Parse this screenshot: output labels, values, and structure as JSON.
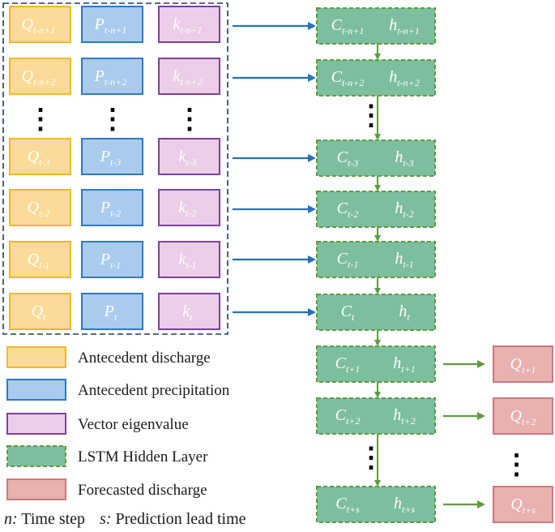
{
  "colors": {
    "discharge_fill": "#FBDA97",
    "discharge_stroke": "#F5B72A",
    "precip_fill": "#A9CBEE",
    "precip_stroke": "#2F78C4",
    "eigen_fill": "#EBCDE8",
    "eigen_stroke": "#7C3FA0",
    "lstm_fill": "#7DBE9F",
    "lstm_stroke": "#5E9A3E",
    "forecast_fill": "#E8B0AE",
    "forecast_stroke": "#C9797A",
    "blue_arrow": "#2471BC",
    "green_arrow": "#5E9A3E",
    "box_text": "#ffffff",
    "body_text": "#1a1a1a"
  },
  "input_rows": [
    {
      "q": {
        "base": "Q",
        "sub": "t-n+1"
      },
      "p": {
        "base": "P",
        "sub": "t-n+1"
      },
      "k": {
        "base": "k",
        "sub": "t-n+1"
      }
    },
    {
      "q": {
        "base": "Q",
        "sub": "t-n+2"
      },
      "p": {
        "base": "P",
        "sub": "t-n+2"
      },
      "k": {
        "base": "k",
        "sub": "t-n+2"
      }
    },
    {
      "q": {
        "base": "Q",
        "sub": "t-3"
      },
      "p": {
        "base": "P",
        "sub": "t-3"
      },
      "k": {
        "base": "k",
        "sub": "t-3"
      }
    },
    {
      "q": {
        "base": "Q",
        "sub": "t-2"
      },
      "p": {
        "base": "P",
        "sub": "t-2"
      },
      "k": {
        "base": "k",
        "sub": "t-2"
      }
    },
    {
      "q": {
        "base": "Q",
        "sub": "t-1"
      },
      "p": {
        "base": "P",
        "sub": "t-1"
      },
      "k": {
        "base": "k",
        "sub": "t-1"
      }
    },
    {
      "q": {
        "base": "Q",
        "sub": "t"
      },
      "p": {
        "base": "P",
        "sub": "t"
      },
      "k": {
        "base": "k",
        "sub": "t"
      }
    }
  ],
  "lstm_cells": [
    {
      "c": {
        "base": "C",
        "sub": "t-n+1"
      },
      "h": {
        "base": "h",
        "sub": "t-n+1"
      }
    },
    {
      "c": {
        "base": "C",
        "sub": "t-n+2"
      },
      "h": {
        "base": "h",
        "sub": "t-n+2"
      }
    },
    {
      "c": {
        "base": "C",
        "sub": "t-3"
      },
      "h": {
        "base": "h",
        "sub": "t-3"
      }
    },
    {
      "c": {
        "base": "C",
        "sub": "t-2"
      },
      "h": {
        "base": "h",
        "sub": "t-2"
      }
    },
    {
      "c": {
        "base": "C",
        "sub": "t-1"
      },
      "h": {
        "base": "h",
        "sub": "t-1"
      }
    },
    {
      "c": {
        "base": "C",
        "sub": "t"
      },
      "h": {
        "base": "h",
        "sub": "t"
      }
    },
    {
      "c": {
        "base": "C",
        "sub": "t+1"
      },
      "h": {
        "base": "h",
        "sub": "t+1"
      }
    },
    {
      "c": {
        "base": "C",
        "sub": "t+2"
      },
      "h": {
        "base": "h",
        "sub": "t+2"
      }
    },
    {
      "c": {
        "base": "C",
        "sub": "t+s"
      },
      "h": {
        "base": "h",
        "sub": "t+s"
      }
    }
  ],
  "forecasts": [
    {
      "base": "Q",
      "sub": "t+1"
    },
    {
      "base": "Q",
      "sub": "t+2"
    },
    {
      "base": "Q",
      "sub": "t+s"
    }
  ],
  "ellipsis": "⋮",
  "legend": [
    {
      "label": "Antecedent discharge",
      "kind": "discharge"
    },
    {
      "label": "Antecedent precipitation",
      "kind": "precip"
    },
    {
      "label": "Vector eigenvalue",
      "kind": "eigen"
    },
    {
      "label": "LSTM Hidden Layer",
      "kind": "lstm"
    },
    {
      "label": "Forecasted discharge",
      "kind": "forecast"
    }
  ],
  "footnote": {
    "n_key": "n:",
    "n_text": " Time step",
    "s_key": "s:",
    "s_text": " Prediction lead time"
  }
}
